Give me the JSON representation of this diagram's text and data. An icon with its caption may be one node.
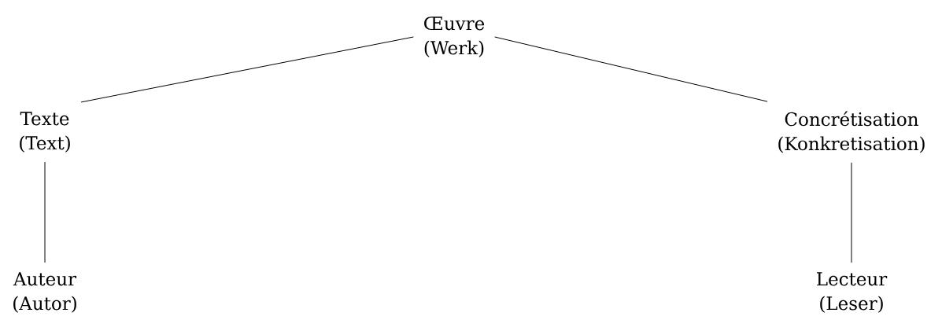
{
  "diagram": {
    "nodes": [
      {
        "text": [
          "Œuvre",
          "(Werk)"
        ]
      },
      {
        "text": [
          "Texte",
          "(Text)"
        ]
      },
      {
        "text": [
          "Concrétisation",
          "(Konkretisation)"
        ]
      },
      {
        "text": [
          "Auteur",
          "(Autor)"
        ]
      },
      {
        "text": [
          "Lecteur",
          "(Leser)"
        ]
      }
    ],
    "edges": [
      {
        "from": 0,
        "to": 1,
        "arrow": "none"
      },
      {
        "from": 0,
        "to": 2,
        "arrow": "none"
      },
      {
        "from": 1,
        "to": 3,
        "arrow": "none"
      },
      {
        "from": 2,
        "to": 4,
        "arrow": "none"
      }
    ]
  }
}
